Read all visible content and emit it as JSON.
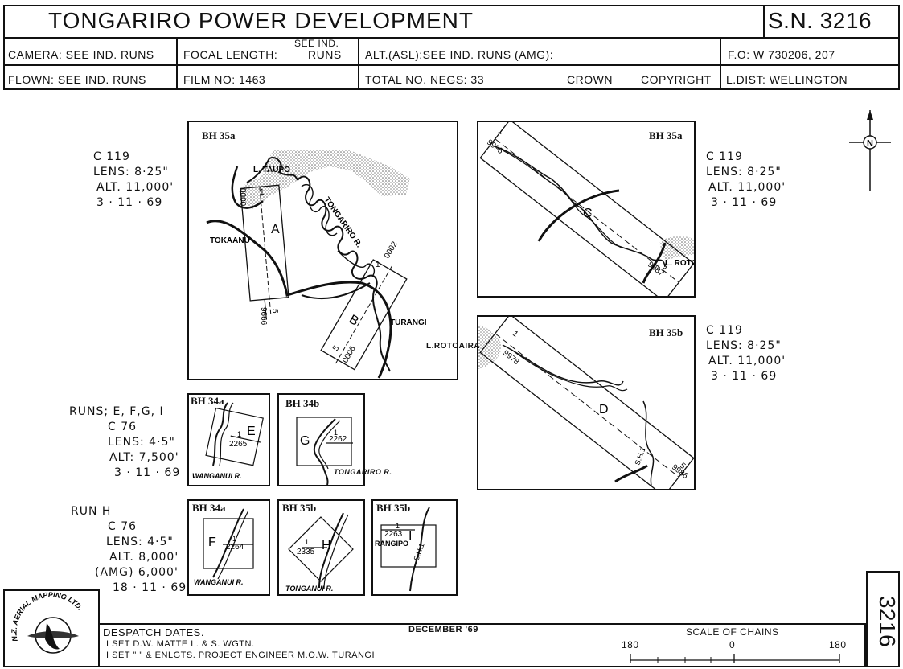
{
  "header": {
    "title": "TONGARIRO   POWER   DEVELOPMENT",
    "sn": "S.N. 3216",
    "camera": "CAMERA: SEE IND. RUNS",
    "focal_label": "FOCAL LENGTH:",
    "focal_value_top": "SEE IND.",
    "focal_value_bottom": "RUNS",
    "alt": "ALT.(ASL):SEE  IND. RUNS  (AMG):",
    "fo": "F.O:  W 730206, 207",
    "flown": "FLOWN: SEE  IND. RUNS",
    "film": "FILM NO:  1463",
    "negs": "TOTAL  NO.  NEGS: 33",
    "crown": "CROWN",
    "copyright": "COPYRIGHT",
    "ldist": "L.DIST: WELLINGTON"
  },
  "north": {
    "label": "N"
  },
  "panels": {
    "p1": {
      "title": "BH 35a",
      "labels": [
        "L. TAUPO",
        "TOKAANU",
        "TONGARIRO  R.",
        "TURANGI"
      ],
      "runs": [
        "A",
        "B"
      ],
      "nums": [
        "0000",
        "5",
        "9666",
        "0002",
        "5",
        "0006"
      ],
      "ticks": [
        "1",
        "1"
      ]
    },
    "p2": {
      "title": "BH 35a",
      "labels": [
        "L. ROTOAIRA"
      ],
      "runs": [
        "C"
      ],
      "nums": [
        "9995",
        "9987",
        "5"
      ],
      "ticks": [
        "1"
      ]
    },
    "p3": {
      "title": "BH 35b",
      "labels": [
        "L.ROTOAIRA",
        "S.H.1"
      ],
      "runs": [
        "D"
      ],
      "nums": [
        "9978",
        "9986",
        "5"
      ],
      "ticks": [
        "1"
      ]
    },
    "p4": {
      "title": "BH 34a",
      "labels": [
        "WANGANUI  R."
      ],
      "runs": [
        "E"
      ],
      "nums": [
        "2265"
      ],
      "ticks": [
        "1"
      ]
    },
    "p5": {
      "title": "BH 34b",
      "labels": [
        "TONGARIRO  R."
      ],
      "runs": [
        "G"
      ],
      "nums": [
        "2262"
      ],
      "ticks": [
        "1"
      ]
    },
    "p6": {
      "title": "BH 34a",
      "labels": [
        "WANGANUI  R."
      ],
      "runs": [
        "F"
      ],
      "nums": [
        "2264"
      ],
      "ticks": [
        "1"
      ]
    },
    "p7": {
      "title": "BH 35b",
      "labels": [
        "TONGANUI  R."
      ],
      "runs": [
        "H"
      ],
      "nums": [
        "2335"
      ],
      "ticks": [
        "1"
      ]
    },
    "p8": {
      "title": "BH 35b",
      "labels": [
        "RANGIPO",
        "S.H.1"
      ],
      "runs": [
        "I"
      ],
      "nums": [
        "2263"
      ],
      "ticks": [
        "1"
      ]
    }
  },
  "side_notes": {
    "left_top": [
      "C  119",
      "LENS: 8·25\"",
      "ALT. 11,000'",
      "3 · 11 · 69"
    ],
    "right_top": [
      "C  119",
      "LENS: 8·25\"",
      "ALT. 11,000'",
      "3 · 11 · 69"
    ],
    "right_mid": [
      "C  119",
      "LENS: 8·25\"",
      "ALT. 11,000'",
      "3 · 11 · 69"
    ],
    "runs_efgi": [
      "RUNS; E, F,G, I",
      "C  76",
      "LENS: 4·5\"",
      "ALT: 7,500'",
      "3 · 11 · 69"
    ],
    "run_h": [
      "RUN   H",
      "C  76",
      "LENS: 4·5\"",
      "ALT. 8,000'",
      "(AMG) 6,000'",
      "18 · 11 · 69"
    ]
  },
  "footer": {
    "despatch": "DESPATCH  DATES.",
    "date": "DECEMBER  '69",
    "line1": "I  SET     D.W.  MATTE     L. & S.  WGTN.",
    "line2": "I  SET      \"       \"      &  ENLGTS.    PROJECT    ENGINEER     M.O.W.   TURANGI",
    "scale_title": "SCALE  OF  CHAINS",
    "scale_left": "180",
    "scale_mid": "0",
    "scale_right": "180",
    "side_number": "3216",
    "logo_text": "N.Z. AERIAL MAPPING LTD."
  }
}
